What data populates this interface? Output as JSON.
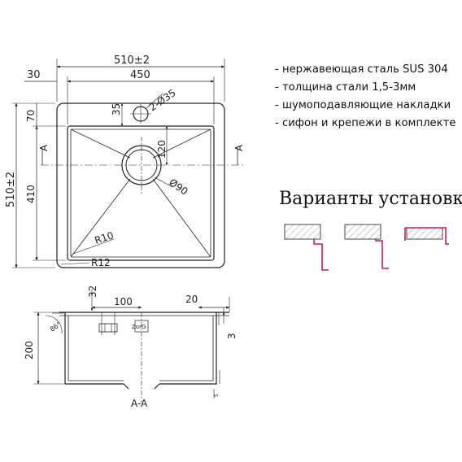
{
  "top_view": {
    "dim_total_width": "510±2",
    "dim_flange_side": "30",
    "dim_bowl_width": "450",
    "dim_flange_top": "70",
    "dim_faucet_offset": "35",
    "dim_faucet_holes": "2-Ø35",
    "dim_drain_offset": "120",
    "dim_drain_diameter": "Ø90",
    "dim_bowl_length": "410",
    "dim_total_length": "510±2",
    "radius_inner": "R10",
    "radius_outer": "R12",
    "section_marker": "A"
  },
  "section_view": {
    "dim_wall": "32",
    "dim_drain_pos": "100",
    "dim_flange": "20",
    "dim_thickness": "3",
    "dim_depth": "200",
    "dim_angle": "86°",
    "dim_small": "5",
    "section_label": "A-A",
    "brand_stamp": "ZorG"
  },
  "specs": [
    "- нержавеющая сталь SUS 304",
    "- толщина стали 1,5-3мм",
    "- шумоподавляющие накладки",
    "- сифон и крепежи в комплекте"
  ],
  "variants": {
    "title": "Варианты установки",
    "accent_color": "#c8186a"
  }
}
